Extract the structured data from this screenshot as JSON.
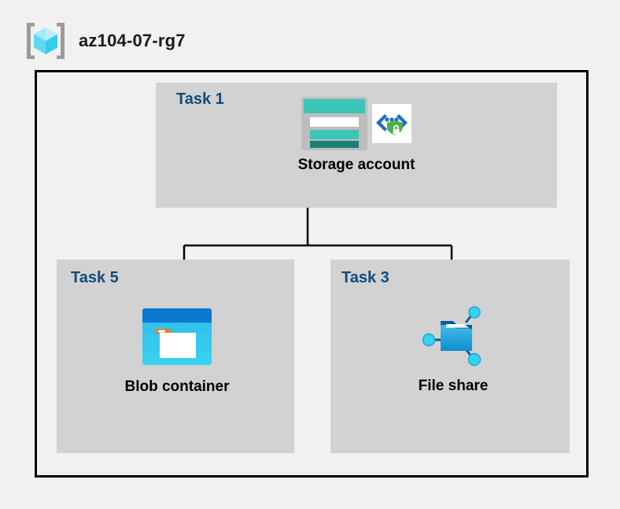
{
  "header": {
    "icon": "resource-group-icon",
    "title": "az104-07-rg7"
  },
  "diagram": {
    "boundary_label": "resource-group-boundary",
    "line_color": "#000000",
    "panel_color": "#d2d2d2",
    "task_label_color": "#0f4c7a",
    "caption_color": "#000000",
    "background_color": "#f1f1f1"
  },
  "panels": [
    {
      "task_label": "Task 1",
      "node_caption": "Storage account",
      "primary_icon": "storage-account-icon",
      "badge_icon": "secure-endpoint-icon",
      "icon_colors": {
        "header_bar": "#3cc6b7",
        "row_white": "#ffffff",
        "row_teal": "#3cc6b7",
        "row_dark_teal": "#1d7f76",
        "frame": "#bdbdbd",
        "badge_chevron": "#1f6fc4",
        "badge_shield": "#52b043"
      }
    },
    {
      "task_label": "Task 5",
      "node_caption": "Blob container",
      "primary_icon": "blob-container-icon",
      "icon_colors": {
        "title_bar": "#0b78d1",
        "body_top": "#32bdea",
        "body_bottom": "#32cdea",
        "document": "#ffffff",
        "tag": "#ef7d22"
      }
    },
    {
      "task_label": "Task 3",
      "node_caption": "File share",
      "primary_icon": "file-share-icon",
      "icon_colors": {
        "folder_top": "#3fb7e8",
        "folder_bottom": "#0f8fd0",
        "folder_back": "#0b5c9e",
        "node": "#35d2f5",
        "node_stroke": "#1aa6d8"
      }
    }
  ],
  "connections": [
    {
      "from": "Storage account",
      "to": "Blob container"
    },
    {
      "from": "Storage account",
      "to": "File share"
    }
  ]
}
